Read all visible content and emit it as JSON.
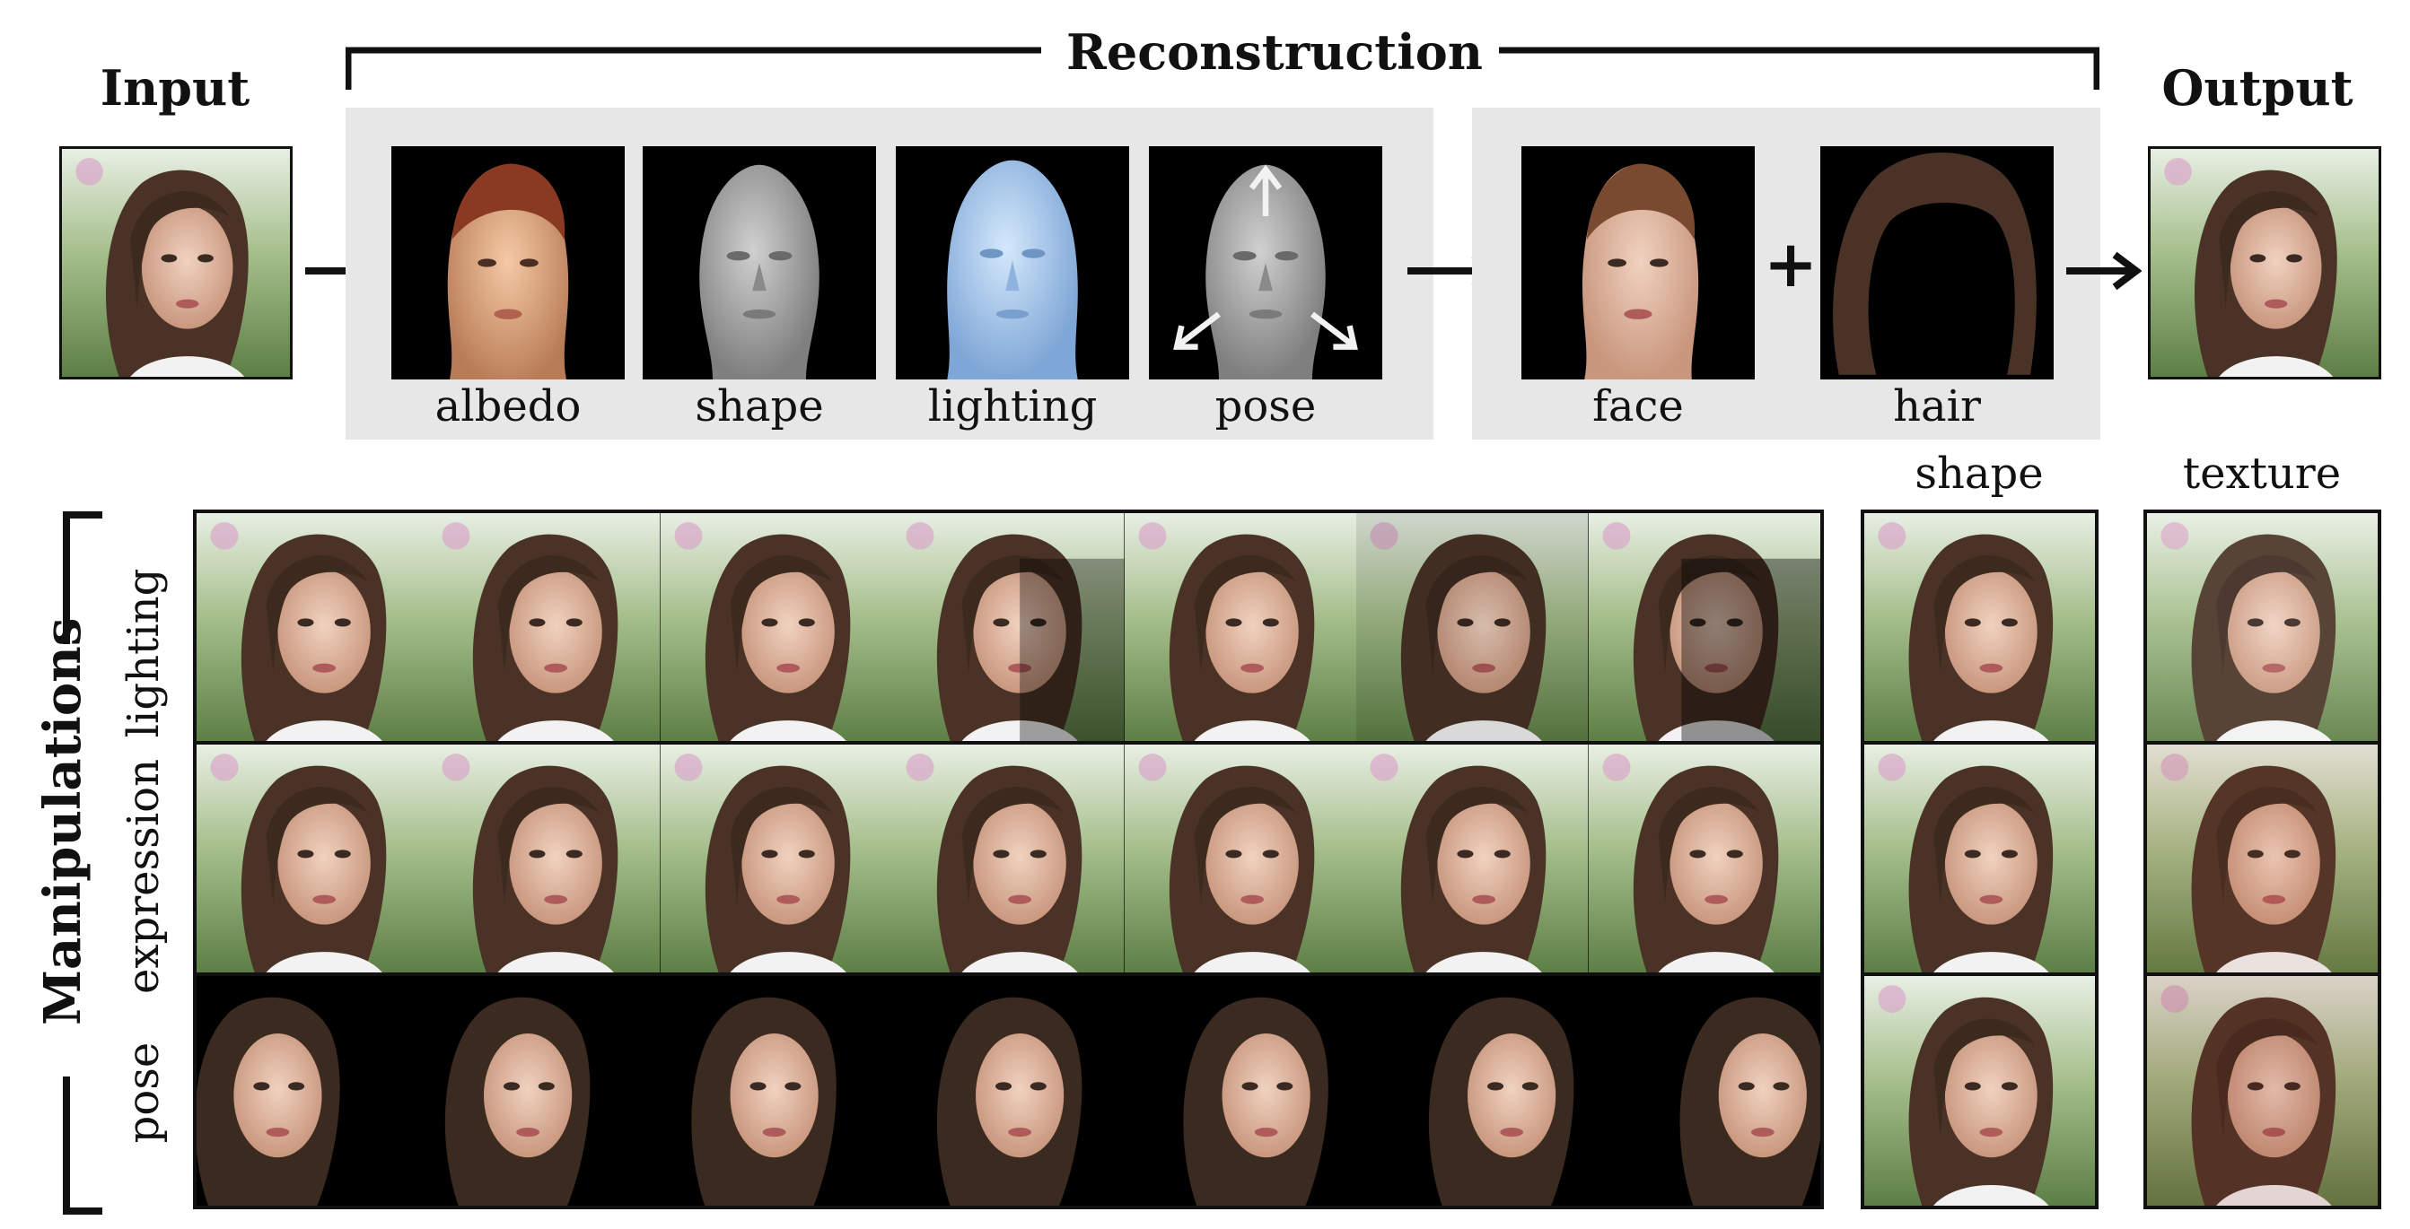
{
  "headings": {
    "input": "Input",
    "reconstruction": "Reconstruction",
    "output": "Output",
    "manipulations": "Manipulations"
  },
  "reconstruction_labels": [
    "albedo",
    "shape",
    "lighting",
    "pose"
  ],
  "composition_labels": [
    "face",
    "hair"
  ],
  "plus": "+",
  "manipulation_rows": [
    "lighting",
    "expression",
    "pose"
  ],
  "side_columns": [
    "shape",
    "texture"
  ],
  "colors": {
    "panel_gray": "#e7e7e7",
    "lighting_render": "#a9cdf2",
    "gray_render": "#9a9a9a",
    "hair": "#4a3326",
    "skin": "#d9b39c",
    "background_green": "#7a9a5a"
  }
}
